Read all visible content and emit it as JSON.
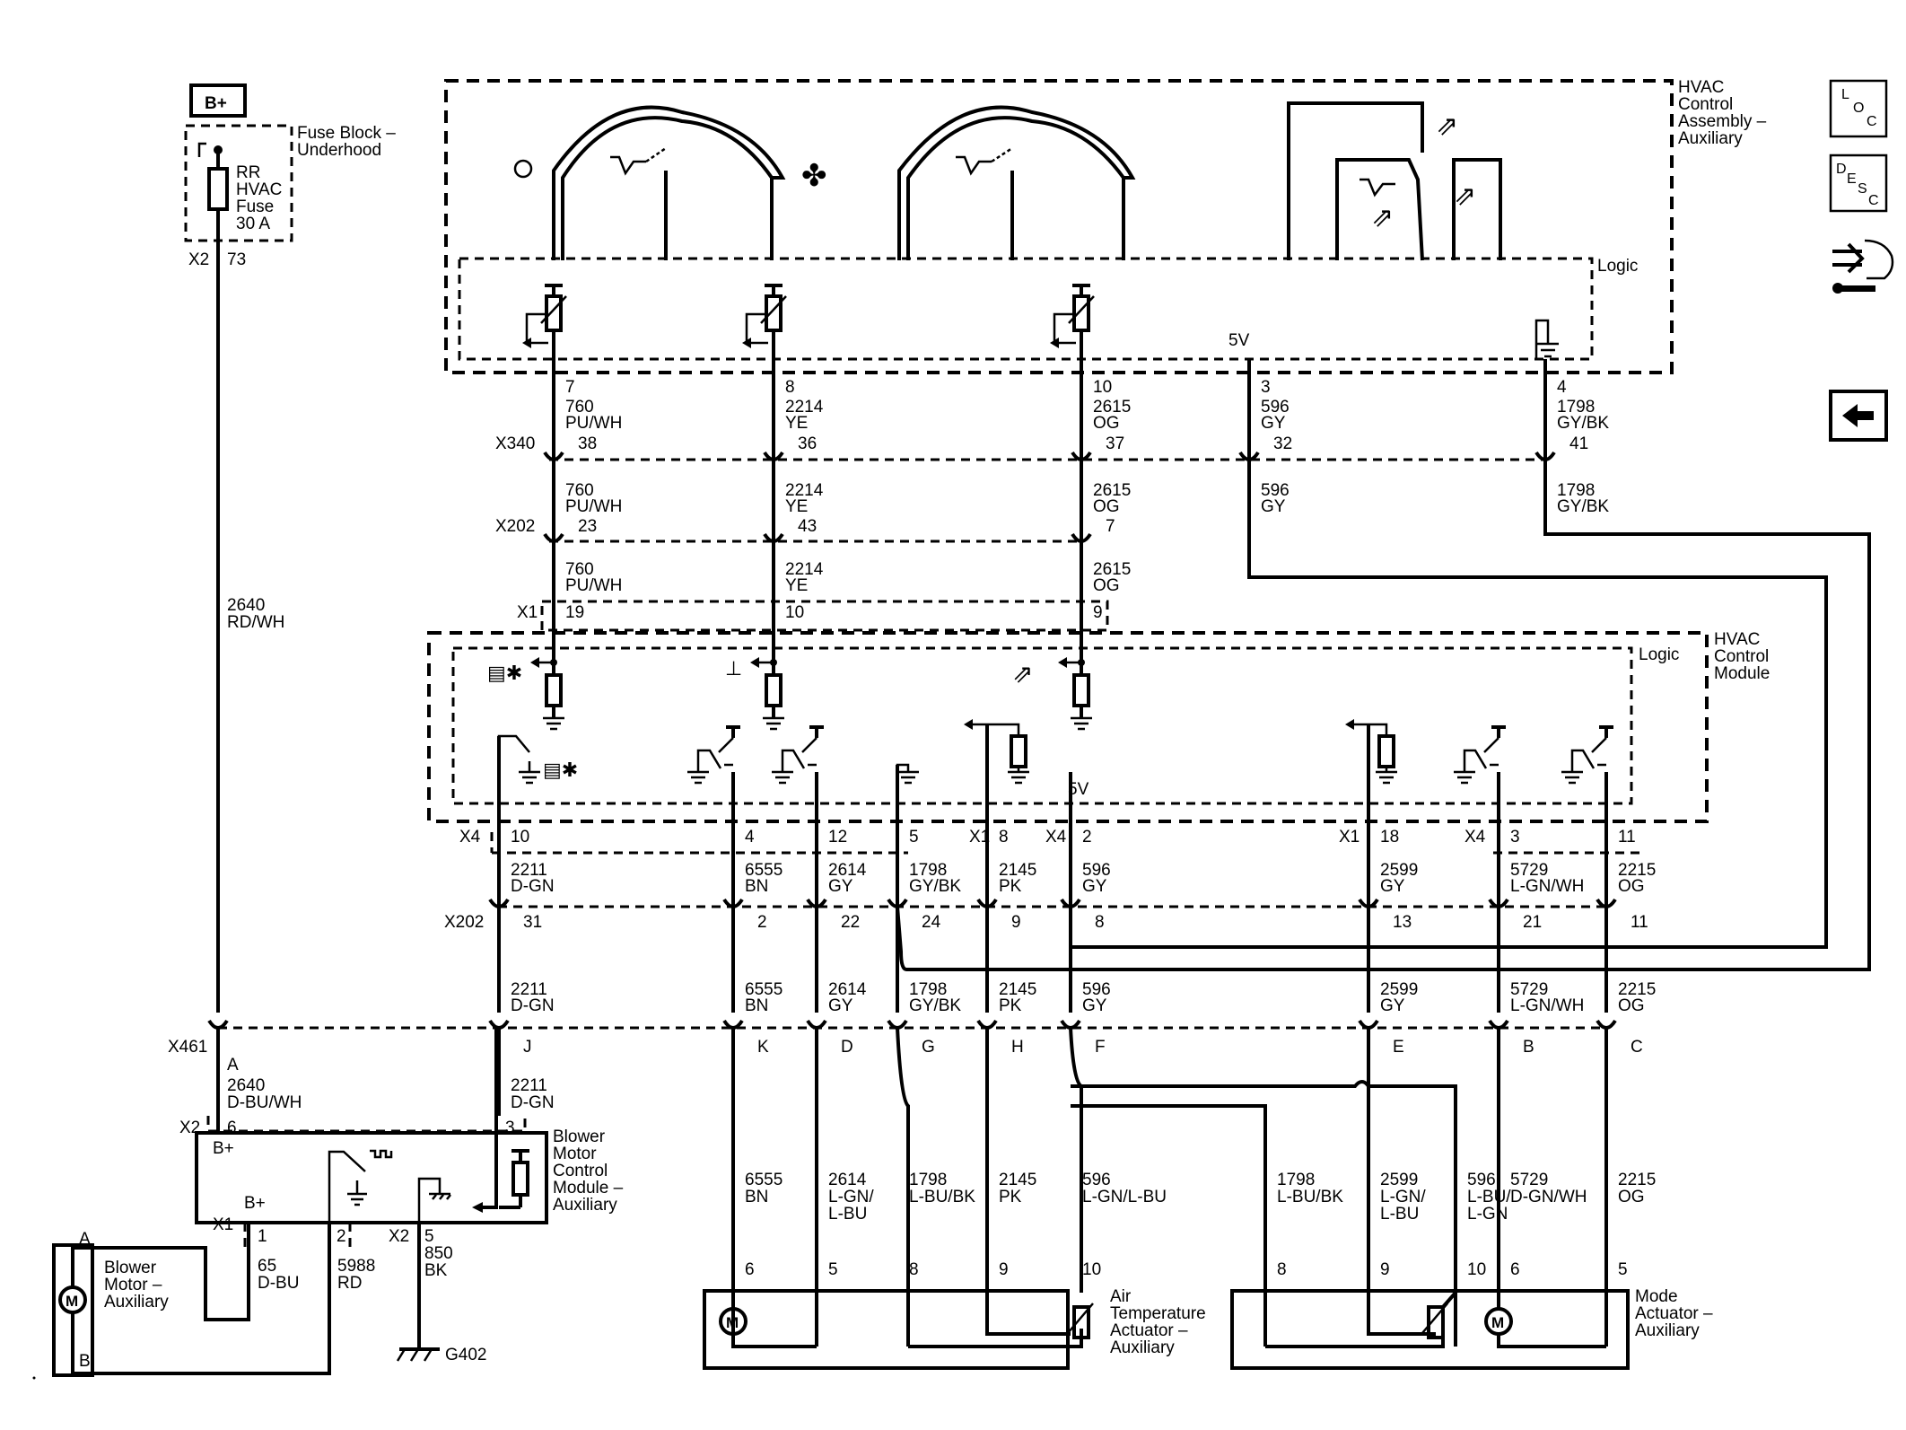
{
  "labels": {
    "b_plus": "B+",
    "fuse_block_1": "Fuse Block –",
    "fuse_block_2": "Underhood",
    "fuse_name": [
      "RR",
      "HVAC",
      "Fuse",
      "30 A"
    ],
    "x2": "X2",
    "x2_pin": "73",
    "hvac_ca": [
      "HVAC",
      "Control",
      "Assembly –",
      "Auxiliary"
    ],
    "logic": "Logic",
    "five_v": "5V",
    "x340": "X340",
    "x202": "X202",
    "x1": "X1",
    "x4": "X4",
    "x461": "X461",
    "hvac_cm": [
      "HVAC",
      "Control",
      "Module"
    ],
    "main_feed": [
      "2640",
      "RD/WH"
    ],
    "blower_feed": [
      "2640",
      "D-BU/WH"
    ],
    "blower_feed_pin": "A",
    "x2_6": "6",
    "x2_3": "3",
    "bmcm": [
      "Blower",
      "Motor",
      "Control",
      "Module –",
      "Auxiliary"
    ],
    "bm": [
      "Blower",
      "Motor –",
      "Auxiliary"
    ],
    "bm_pin_a": "A",
    "bm_pin_b": "B",
    "bmcm_bplus": "B+",
    "bmcm_x1": "X1",
    "bmcm_pin1": "1",
    "bmcm_pin2": "2",
    "bmcm_x2": "X2",
    "bmcm_pin5": "5",
    "w65": [
      "65",
      "D-BU"
    ],
    "w5988": [
      "5988",
      "RD"
    ],
    "w850": [
      "850",
      "BK"
    ],
    "g402": "G402",
    "air_temp": [
      "Air",
      "Temperature",
      "Actuator –",
      "Auxiliary"
    ],
    "mode_act": [
      "Mode",
      "Actuator –",
      "Auxiliary"
    ],
    "motor": "M",
    "loc": [
      "L",
      "O",
      "C"
    ],
    "desc": [
      "D",
      "E",
      "S",
      "C"
    ]
  },
  "upper_circuits": [
    {
      "pin": "7",
      "c1": "760",
      "c2": "PU/WH",
      "x340": "38",
      "x202": "23",
      "x1": "19"
    },
    {
      "pin": "8",
      "c1": "2214",
      "c2": "YE",
      "x340": "36",
      "x202": "43",
      "x1": "10"
    },
    {
      "pin": "10",
      "c1": "2615",
      "c2": "OG",
      "x340": "37",
      "x202": "7",
      "x1": "9"
    },
    {
      "pin": "3",
      "c1": "596",
      "c2": "GY",
      "x340": "32"
    },
    {
      "pin": "4",
      "c1": "1798",
      "c2": "GY/BK",
      "x340": "41"
    }
  ],
  "lower_circuits": [
    {
      "conn": "X4",
      "pin": "10",
      "c1": "2211",
      "c2": "D-GN",
      "x202": "31",
      "x461": "J"
    },
    {
      "conn": "",
      "pin": "4",
      "c1": "6555",
      "c2": "BN",
      "x202": "2",
      "x461": "K"
    },
    {
      "conn": "",
      "pin": "12",
      "c1": "2614",
      "c2": "GY",
      "x202": "22",
      "x461": "D"
    },
    {
      "conn": "",
      "pin": "5",
      "c1": "1798",
      "c2": "GY/BK",
      "x202": "24",
      "x461": "G"
    },
    {
      "conn": "X1",
      "pin": "8",
      "c1": "2145",
      "c2": "PK",
      "x202": "9",
      "x461": "H"
    },
    {
      "conn": "X4",
      "pin": "2",
      "c1": "596",
      "c2": "GY",
      "x202": "8",
      "x461": "F"
    },
    {
      "conn": "X1",
      "pin": "18",
      "c1": "2599",
      "c2": "GY",
      "x202": "13",
      "x461": "E"
    },
    {
      "conn": "X4",
      "pin": "3",
      "c1": "5729",
      "c2": "L-GN/WH",
      "x202": "21",
      "x461": "B"
    },
    {
      "conn": "",
      "pin": "11",
      "c1": "2215",
      "c2": "OG",
      "x202": "11",
      "x461": "C"
    }
  ],
  "actuator_wires": [
    {
      "c1": "6555",
      "c2": "BN",
      "c3": "",
      "pin": "6"
    },
    {
      "c1": "2614",
      "c2": "L-GN/",
      "c3": "L-BU",
      "pin": "5"
    },
    {
      "c1": "1798",
      "c2": "L-BU/BK",
      "c3": "",
      "pin": "8"
    },
    {
      "c1": "2145",
      "c2": "PK",
      "c3": "",
      "pin": "9"
    },
    {
      "c1": "596",
      "c2": "L-GN/L-BU",
      "c3": "",
      "pin": "10"
    },
    {
      "c1": "1798",
      "c2": "L-BU/BK",
      "c3": "",
      "pin": "8"
    },
    {
      "c1": "2599",
      "c2": "L-GN/",
      "c3": "L-BU",
      "pin": "9"
    },
    {
      "c1": "596",
      "c2": "L-BU/",
      "c3": "L-GN",
      "pin": "10"
    },
    {
      "c1": "5729",
      "c2": "D-GN/WH",
      "c3": "",
      "pin": "6"
    },
    {
      "c1": "2215",
      "c2": "OG",
      "c3": "",
      "pin": "5"
    }
  ],
  "hvac_cm_5v": "5V"
}
